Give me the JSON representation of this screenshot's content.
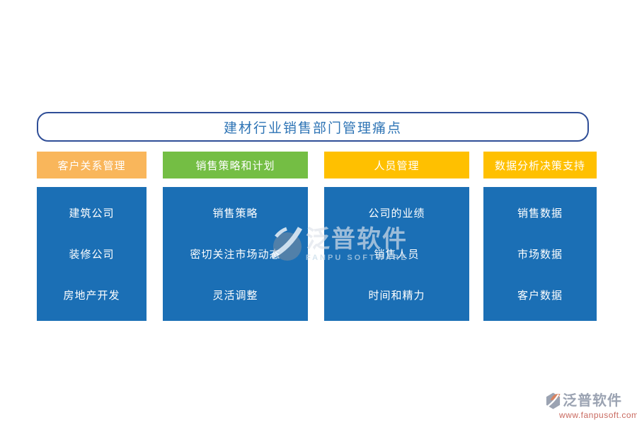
{
  "page": {
    "title": "建材行业销售部门管理痛点"
  },
  "columns": [
    {
      "header": "客户关系管理",
      "header_color": "#F9B65B",
      "items": [
        "建筑公司",
        "装修公司",
        "房地产开发"
      ]
    },
    {
      "header": "销售策略和计划",
      "header_color": "#74BE44",
      "items": [
        "销售策略",
        "密切关注市场动态",
        "灵活调整"
      ]
    },
    {
      "header": "人员管理",
      "header_color": "#FFC000",
      "items": [
        "公司的业绩",
        "销售人员",
        "时间和精力"
      ]
    },
    {
      "header": "数据分析决策支持",
      "header_color": "#FFC000",
      "items": [
        "销售数据",
        "市场数据",
        "客户数据"
      ]
    }
  ],
  "watermark": {
    "brand": "泛普软件",
    "brand_en": "FANPU SOFTWARE"
  },
  "footer_logo": {
    "brand": "泛普软件",
    "url": "www.fanpusoft.com"
  },
  "colors": {
    "panel_blue": "#1B6FB5",
    "title_text": "#2E74B5",
    "title_border": "#2F4E97",
    "header_orange": "#F9B65B",
    "header_green": "#74BE44",
    "header_yellow": "#FFC000",
    "footer_brand_gray": "#9BA3B2",
    "footer_url_red": "#C96A60"
  }
}
